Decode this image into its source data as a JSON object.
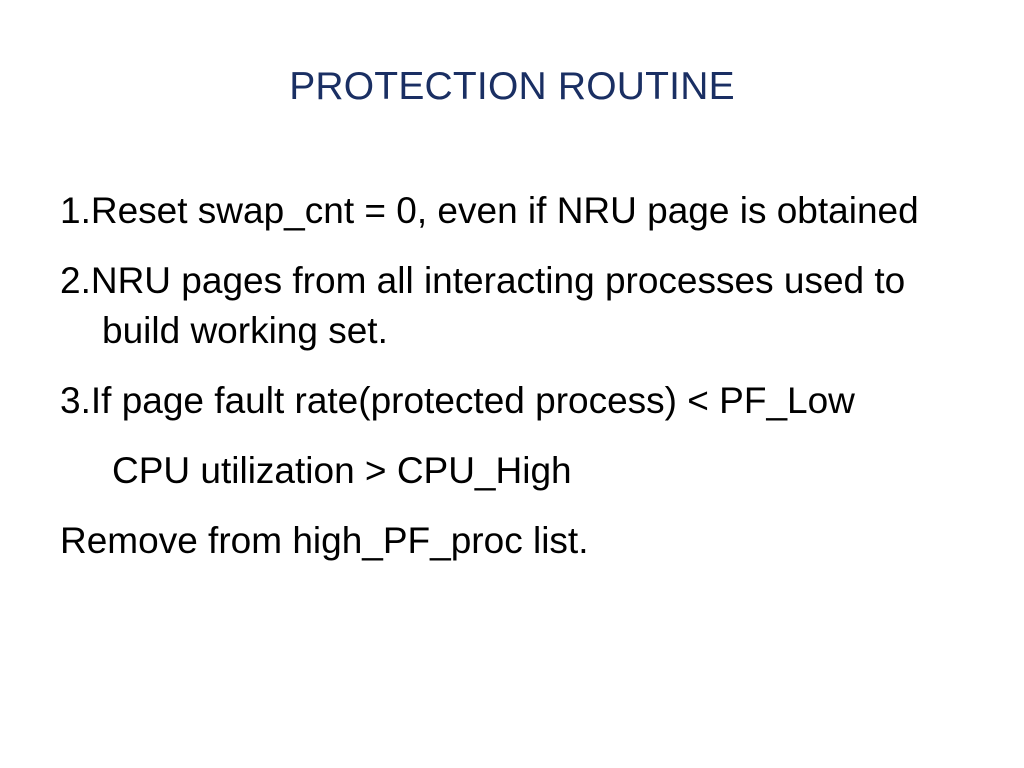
{
  "slide": {
    "background_color": "#ffffff",
    "title": "PROTECTION ROUTINE",
    "title_color": "#1a2f63",
    "body_color": "#000000",
    "body": [
      {
        "id": "item-1",
        "style": "numbered",
        "text": "1.Reset swap_cnt = 0, even if NRU page is obtained"
      },
      {
        "id": "item-2",
        "style": "numbered",
        "text": "2.NRU pages from all interacting processes used to build working set."
      },
      {
        "id": "item-3",
        "style": "numbered",
        "text": "3.If page fault rate(protected process) < PF_Low"
      },
      {
        "id": "condition-cpu",
        "style": "indented",
        "text": "CPU utilization > CPU_High"
      },
      {
        "id": "action-remove",
        "style": "flush",
        "text": "Remove from high_PF_proc list."
      }
    ]
  }
}
